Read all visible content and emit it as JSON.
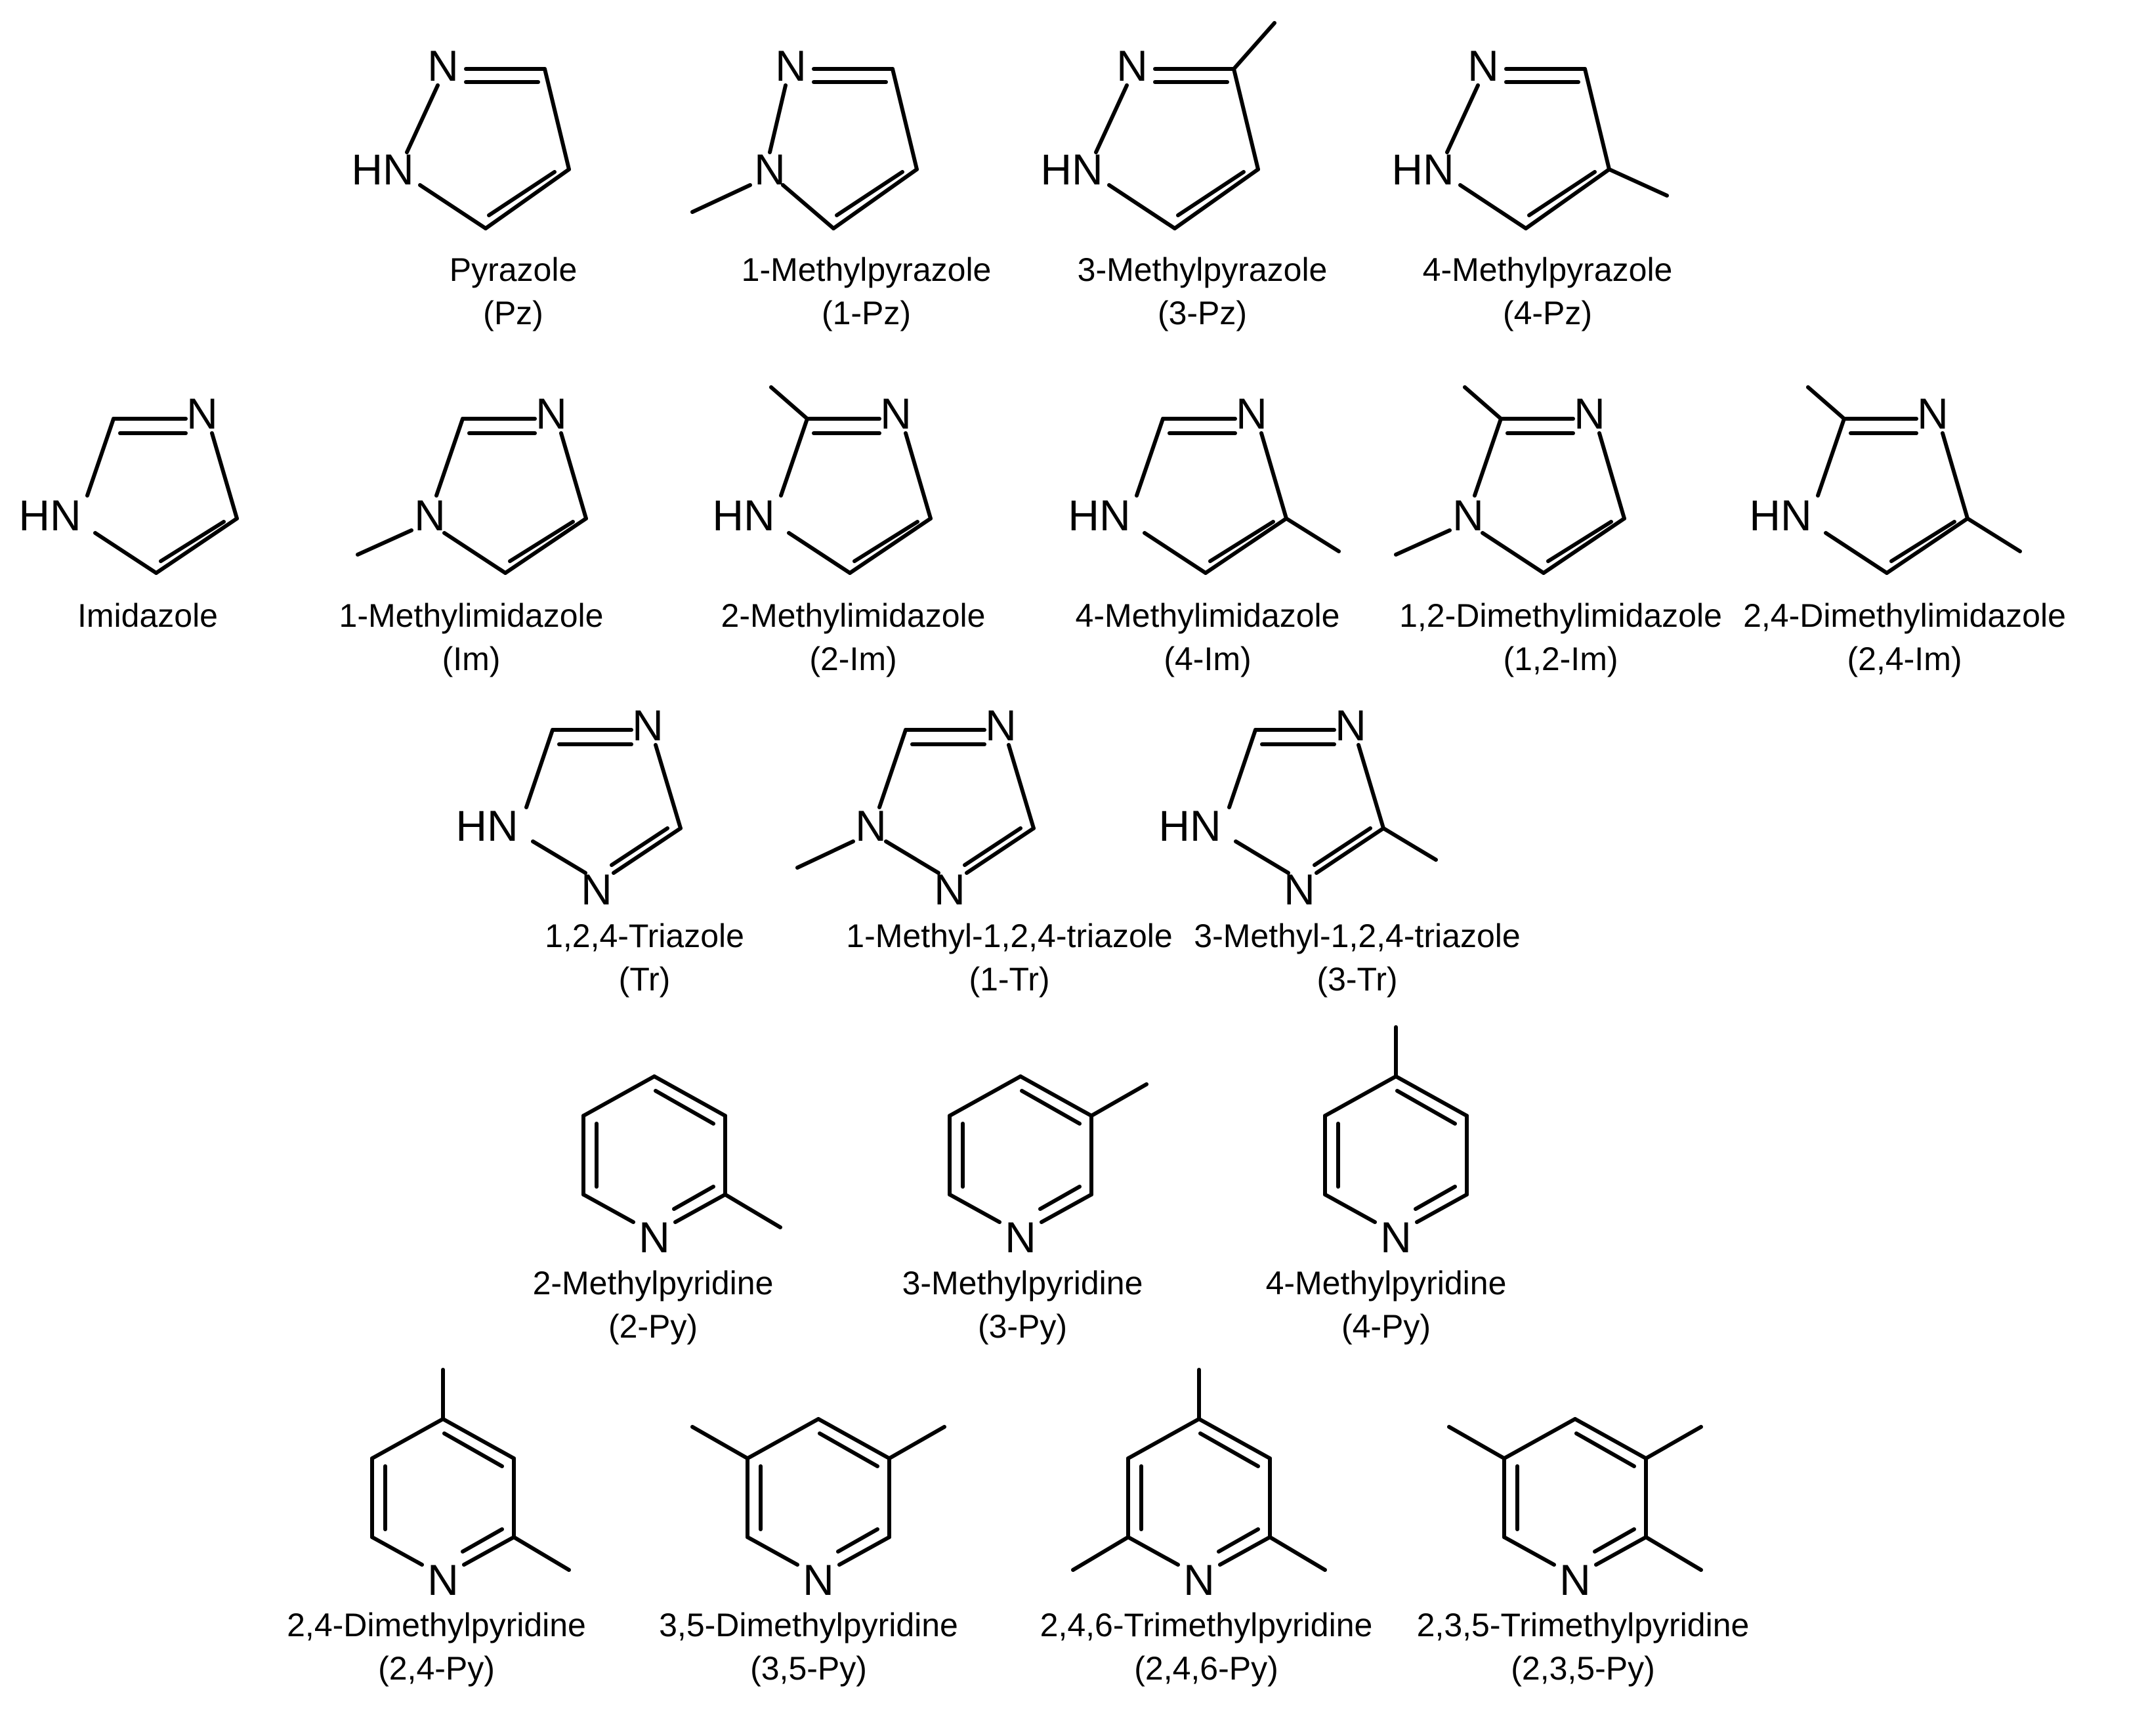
{
  "molecules": [
    {
      "id": "pz",
      "name": "Pyrazole",
      "abbr": "(Pz)",
      "ring": "pyrazole",
      "methyls": []
    },
    {
      "id": "1pz",
      "name": "1-Methylpyrazole",
      "abbr": "(1-Pz)",
      "ring": "pyrazole",
      "methyls": [
        "N1"
      ]
    },
    {
      "id": "3pz",
      "name": "3-Methylpyrazole",
      "abbr": "(3-Pz)",
      "ring": "pyrazole",
      "methyls": [
        "C3"
      ]
    },
    {
      "id": "4pz",
      "name": "4-Methylpyrazole",
      "abbr": "(4-Pz)",
      "ring": "pyrazole",
      "methyls": [
        "C4"
      ]
    },
    {
      "id": "im",
      "name": "Imidazole",
      "abbr": "",
      "ring": "imidazole",
      "methyls": []
    },
    {
      "id": "1im",
      "name": "1-Methylimidazole",
      "abbr": "(Im)",
      "ring": "imidazole",
      "methyls": [
        "N1"
      ]
    },
    {
      "id": "2im",
      "name": "2-Methylimidazole",
      "abbr": "(2-Im)",
      "ring": "imidazole",
      "methyls": [
        "C2"
      ]
    },
    {
      "id": "4im",
      "name": "4-Methylimidazole",
      "abbr": "(4-Im)",
      "ring": "imidazole",
      "methyls": [
        "C4"
      ]
    },
    {
      "id": "12im",
      "name": "1,2-Dimethylimidazole",
      "abbr": "(1,2-Im)",
      "ring": "imidazole",
      "methyls": [
        "N1",
        "C2"
      ]
    },
    {
      "id": "24im",
      "name": "2,4-Dimethylimidazole",
      "abbr": "(2,4-Im)",
      "ring": "imidazole",
      "methyls": [
        "C2",
        "C4"
      ]
    },
    {
      "id": "tr",
      "name": "1,2,4-Triazole",
      "abbr": "(Tr)",
      "ring": "triazole",
      "methyls": []
    },
    {
      "id": "1tr",
      "name": "1-Methyl-1,2,4-triazole",
      "abbr": "(1-Tr)",
      "ring": "triazole",
      "methyls": [
        "N1"
      ]
    },
    {
      "id": "3tr",
      "name": "3-Methyl-1,2,4-triazole",
      "abbr": "(3-Tr)",
      "ring": "triazole",
      "methyls": [
        "C3"
      ]
    },
    {
      "id": "2py",
      "name": "2-Methylpyridine",
      "abbr": "(2-Py)",
      "ring": "pyridine",
      "methyls": [
        "C2"
      ]
    },
    {
      "id": "3py",
      "name": "3-Methylpyridine",
      "abbr": "(3-Py)",
      "ring": "pyridine",
      "methyls": [
        "C3"
      ]
    },
    {
      "id": "4py",
      "name": "4-Methylpyridine",
      "abbr": "(4-Py)",
      "ring": "pyridine",
      "methyls": [
        "C4"
      ]
    },
    {
      "id": "24py",
      "name": "2,4-Dimethylpyridine",
      "abbr": "(2,4-Py)",
      "ring": "pyridine",
      "methyls": [
        "C2",
        "C4"
      ]
    },
    {
      "id": "35py",
      "name": "3,5-Dimethylpyridine",
      "abbr": "(3,5-Py)",
      "ring": "pyridine",
      "methyls": [
        "C3",
        "C5"
      ]
    },
    {
      "id": "246py",
      "name": "2,4,6-Trimethylpyridine",
      "abbr": "(2,4,6-Py)",
      "ring": "pyridine",
      "methyls": [
        "C2",
        "C4",
        "C6"
      ]
    },
    {
      "id": "235py",
      "name": "2,3,5-Trimethylpyridine",
      "abbr": "(2,3,5-Py)",
      "ring": "pyridine",
      "methyls": [
        "C2",
        "C3",
        "C5"
      ]
    }
  ]
}
